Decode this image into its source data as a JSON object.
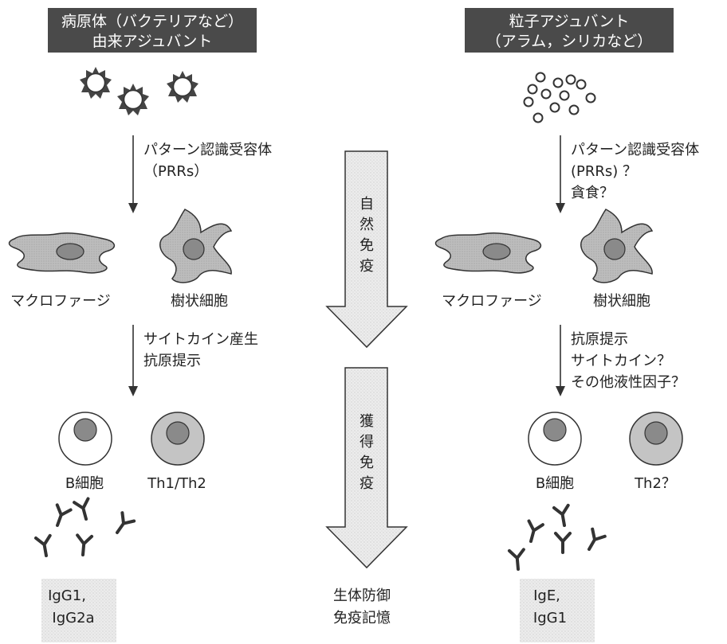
{
  "left": {
    "header": [
      "病原体（バクテリアなど）",
      "由来アジュバント"
    ],
    "step1_label": [
      "パターン認識受容体",
      "（PRRs）"
    ],
    "macrophage_label": "マクロファージ",
    "dendritic_label": "樹状細胞",
    "step2_label": [
      "サイトカイン産生",
      "抗原提示"
    ],
    "bcell_label": "B細胞",
    "th_label": "Th1/Th2",
    "antibody_label": [
      "IgG1,",
      "IgG2a"
    ]
  },
  "center": {
    "innate_label": [
      "自",
      "然",
      "免",
      "疫"
    ],
    "adaptive_label": [
      "獲",
      "得",
      "免",
      "疫"
    ],
    "outcome_label": [
      "生体防御",
      "免疫記憶"
    ]
  },
  "right": {
    "header": [
      "粒子アジュバント",
      "（アラム，シリカなど）"
    ],
    "step1_label": [
      "パターン認識受容体",
      "(PRRs) ？",
      "貪食？"
    ],
    "macrophage_label": "マクロファージ",
    "dendritic_label": "樹状細胞",
    "step2_label": [
      "抗原提示",
      "サイトカイン？",
      "その他液性因子？"
    ],
    "bcell_label": "B細胞",
    "th_label": "Th2？",
    "antibody_label": [
      "IgE,",
      "IgG1"
    ]
  },
  "colors": {
    "header_bg": "#4a4a4a",
    "header_text": "#ffffff",
    "cell_fill": "#c4c4c4",
    "nucleus_fill": "#8a8a8a",
    "arrow_fill": "#e0e0e0",
    "antibody": "#333333",
    "label_bg": "#ececec"
  }
}
